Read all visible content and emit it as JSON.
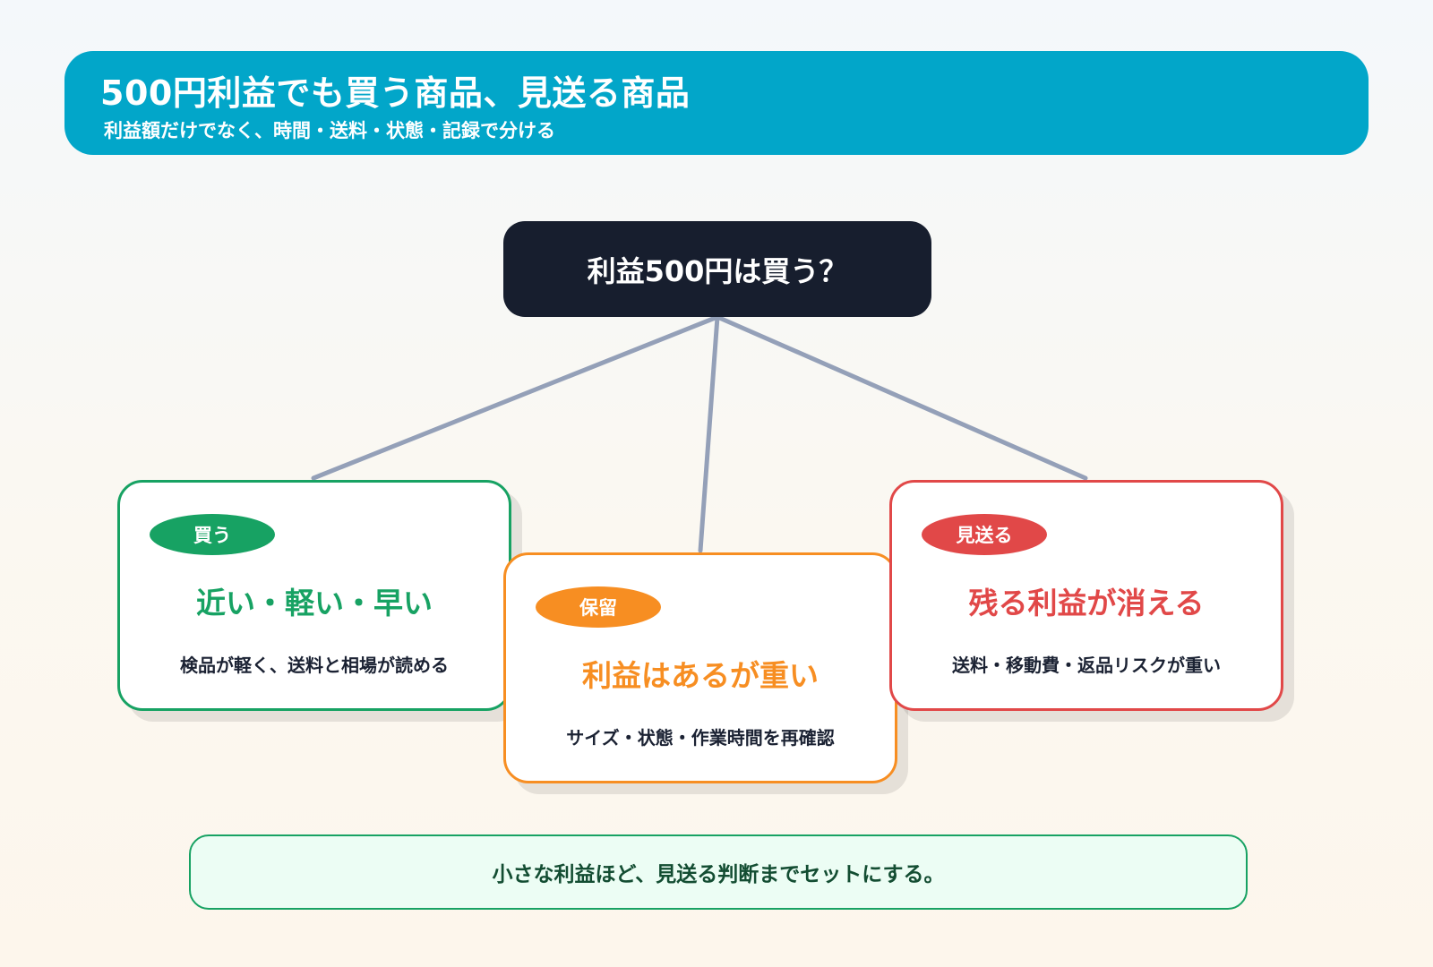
{
  "header": {
    "title": "500円利益でも買う商品、見送る商品",
    "subtitle": "利益額だけでなく、時間・送料・状態・記録で分ける"
  },
  "question": {
    "text": "利益500円は買う？"
  },
  "cards": {
    "buy": {
      "badge": "買う",
      "headline": "近い・軽い・早い",
      "detail": "検品が軽く、送料と相場が読める",
      "color": "#17a263"
    },
    "hold": {
      "badge": "保留",
      "headline": "利益はあるが重い",
      "detail": "サイズ・状態・作業時間を再確認",
      "color": "#f78e22"
    },
    "skip": {
      "badge": "見送る",
      "headline": "残る利益が消える",
      "detail": "送料・移動費・返品リスクが重い",
      "color": "#e14848"
    }
  },
  "footer": {
    "text": "小さな利益ほど、見送る判断までセットにする。"
  },
  "colors": {
    "header_bg": "#02a6c9",
    "question_bg": "#171e2e",
    "connector": "#94a0b8",
    "footer_bg": "#ecfdf4",
    "footer_border": "#17a263"
  }
}
